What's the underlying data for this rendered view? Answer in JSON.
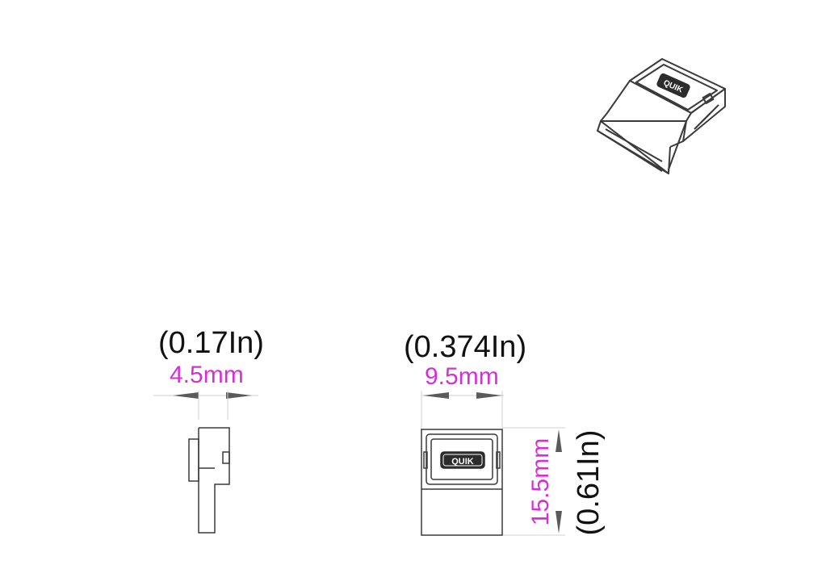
{
  "side_view": {
    "width_in": "(0.17In)",
    "width_mm": "4.5mm"
  },
  "front_view": {
    "width_in": "(0.374In)",
    "width_mm": "9.5mm",
    "height_mm": "15.5mm",
    "height_in": "(0.61In)",
    "logo_text": "QUIK"
  },
  "iso_view": {
    "logo_text": "QUIK"
  },
  "colors": {
    "dimension_metric": "#d62fd6",
    "dimension_imperial": "#111111",
    "line": "#3a3a3a"
  }
}
